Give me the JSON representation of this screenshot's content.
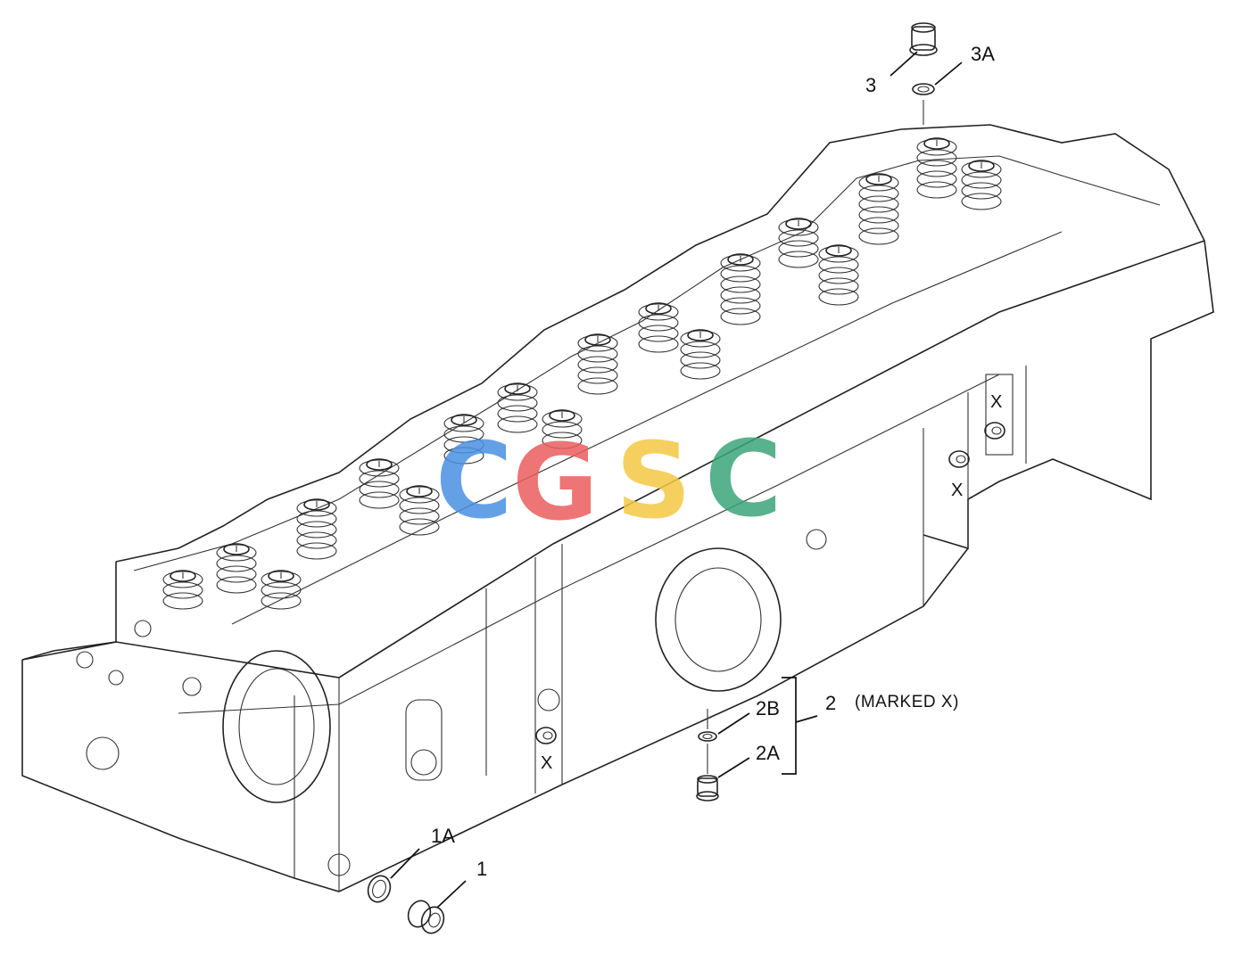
{
  "diagram": {
    "callouts": {
      "c1": "1",
      "c1a": "1A",
      "c2": "2",
      "c2a": "2A",
      "c2b": "2B",
      "c3": "3",
      "c3a": "3A"
    },
    "note": "(MARKED X)",
    "marks": [
      "X",
      "X",
      "X"
    ]
  },
  "watermark": {
    "letters": [
      "C",
      "G",
      "S",
      "C"
    ],
    "colors": [
      "#4a90e2",
      "#ea5d5d",
      "#f5c842",
      "#3aa57a"
    ]
  }
}
